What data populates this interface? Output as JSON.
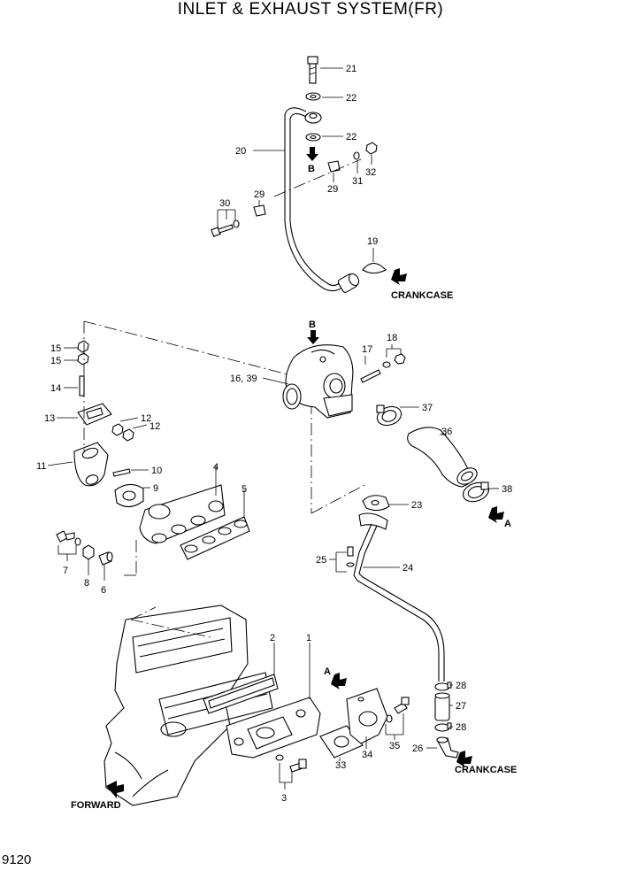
{
  "title": "INLET & EXHAUST SYSTEM(FR)",
  "page_number": "9120",
  "direction_labels": {
    "crankcase_top": "CRANKCASE",
    "crankcase_bottom": "CRANKCASE",
    "forward": "FORWARD",
    "view_a_1": "A",
    "view_a_2": "A",
    "view_b_1": "B",
    "view_b_2": "B"
  },
  "callouts": {
    "p21": "21",
    "p22a": "22",
    "p22b": "22",
    "p20": "20",
    "p32": "32",
    "p31": "31",
    "p29a": "29",
    "p29b": "29",
    "p30": "30",
    "p19": "19",
    "p17": "17",
    "p18": "18",
    "p16_39": "16, 39",
    "p37": "37",
    "p36": "36",
    "p38": "38",
    "p23": "23",
    "p24": "24",
    "p25": "25",
    "p15a": "15",
    "p15b": "15",
    "p14": "14",
    "p13": "13",
    "p12a": "12",
    "p12b": "12",
    "p11": "11",
    "p10": "10",
    "p9": "9",
    "p4": "4",
    "p5": "5",
    "p7": "7",
    "p8": "8",
    "p6": "6",
    "p2": "2",
    "p1": "1",
    "p3": "3",
    "p33": "33",
    "p34": "34",
    "p35": "35",
    "p28a": "28",
    "p27": "27",
    "p28b": "28",
    "p26": "26"
  }
}
